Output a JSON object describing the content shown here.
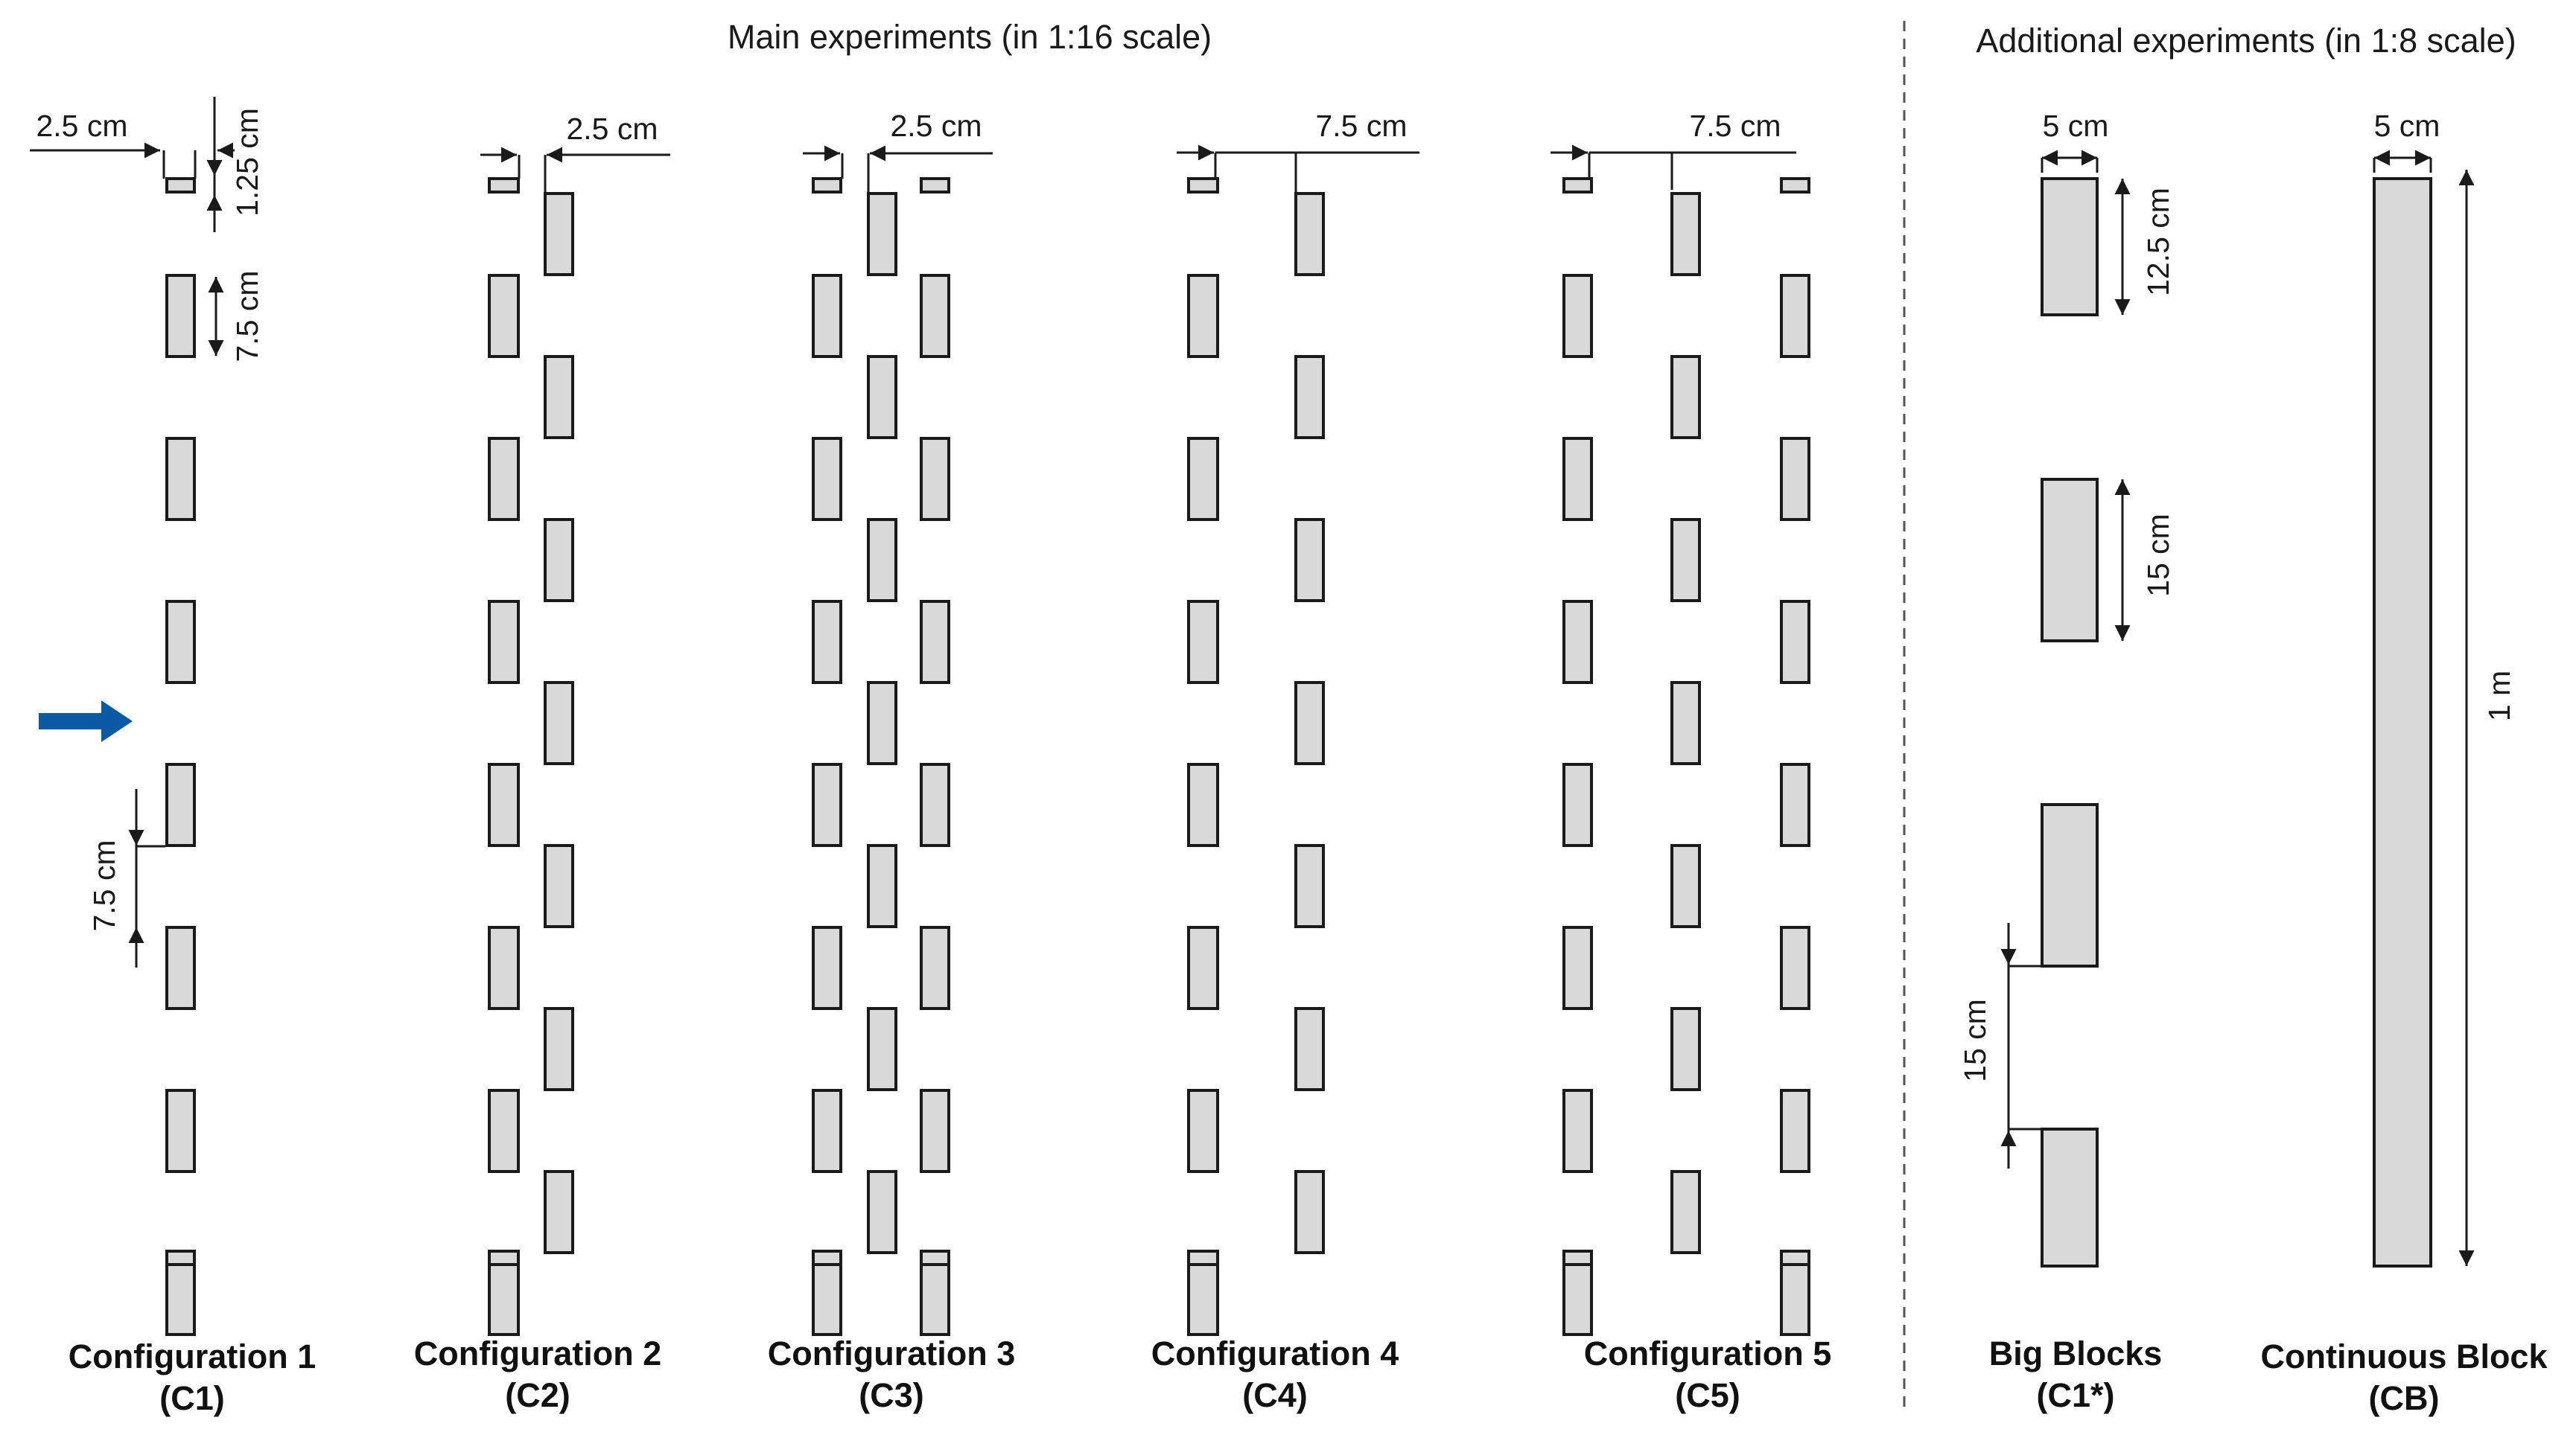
{
  "headings": {
    "main": "Main experiments (in 1:16 scale)",
    "additional": "Additional experiments (in 1:8 scale)"
  },
  "dimensions": {
    "c1_spacing": "2.5 cm",
    "c1_small_block": "1.25 cm",
    "c1_block_length": "7.5 cm",
    "c1_gap": "7.5 cm",
    "c2_offset": "2.5 cm",
    "c3_offset": "2.5 cm",
    "c4_offset": "7.5 cm",
    "c5_offset": "7.5 cm",
    "big_width": "5 cm",
    "big_length_1": "12.5 cm",
    "big_length_2": "15 cm",
    "big_gap": "15 cm",
    "cb_width": "5 cm",
    "cb_length": "1 m"
  },
  "captions": [
    {
      "name": "Configuration 1",
      "code": "(C1)"
    },
    {
      "name": "Configuration 2",
      "code": "(C2)"
    },
    {
      "name": "Configuration 3",
      "code": "(C3)"
    },
    {
      "name": "Configuration 4",
      "code": "(C4)"
    },
    {
      "name": "Configuration 5",
      "code": "(C5)"
    },
    {
      "name": "Big Blocks",
      "code": "(C1*)"
    },
    {
      "name": "Continuous Block",
      "code": "(CB)"
    }
  ],
  "colors": {
    "block_fill": "#d9d9d9",
    "flow_arrow": "#0b5aa6"
  },
  "icons": {
    "flow": "right-arrow-icon"
  }
}
